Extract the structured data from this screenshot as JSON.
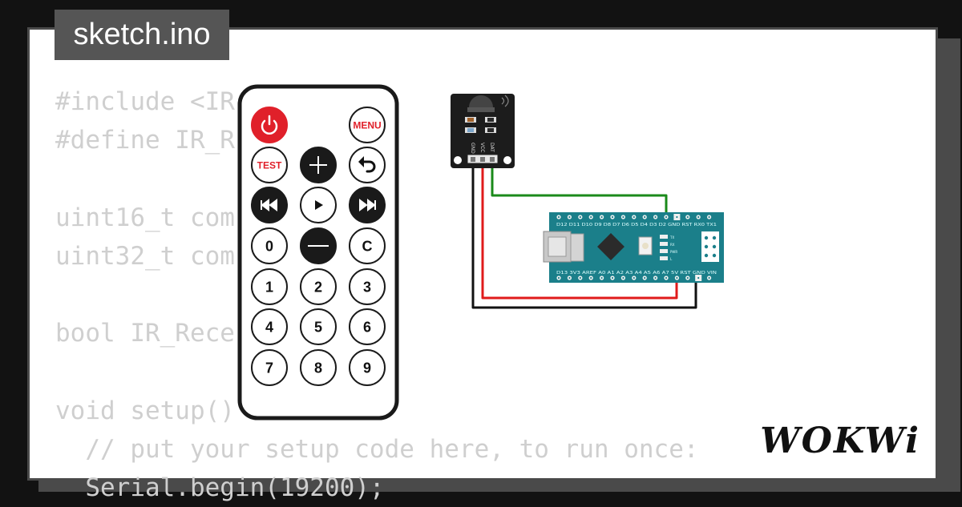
{
  "tab": {
    "filename": "sketch.ino"
  },
  "code_lines": [
    "#include <IR",
    "#define IR_R",
    "",
    "uint16_t com",
    "uint32_t com",
    "",
    "bool IR_Rece        se;",
    "",
    "void setup()",
    "  // put your setup code here, to run once:",
    "  Serial.begin(19200);"
  ],
  "remote": {
    "buttons": [
      {
        "id": "power",
        "label": "",
        "icon": "power-icon",
        "style": "red"
      },
      {
        "id": "menu",
        "label": "MENU",
        "style": "white-red"
      },
      {
        "id": "test",
        "label": "TEST",
        "style": "white-red"
      },
      {
        "id": "plus",
        "label": "",
        "icon": "plus-icon",
        "style": "black"
      },
      {
        "id": "back",
        "label": "",
        "icon": "back-arrow-icon",
        "style": "white"
      },
      {
        "id": "prev",
        "label": "",
        "icon": "skip-back-icon",
        "style": "black"
      },
      {
        "id": "play",
        "label": "",
        "icon": "play-icon",
        "style": "white"
      },
      {
        "id": "next",
        "label": "",
        "icon": "skip-forward-icon",
        "style": "black"
      },
      {
        "id": "0",
        "label": "0",
        "style": "white"
      },
      {
        "id": "minus",
        "label": "",
        "icon": "minus-icon",
        "style": "black"
      },
      {
        "id": "c",
        "label": "C",
        "style": "white"
      },
      {
        "id": "1",
        "label": "1",
        "style": "white"
      },
      {
        "id": "2",
        "label": "2",
        "style": "white"
      },
      {
        "id": "3",
        "label": "3",
        "style": "white"
      },
      {
        "id": "4",
        "label": "4",
        "style": "white"
      },
      {
        "id": "5",
        "label": "5",
        "style": "white"
      },
      {
        "id": "6",
        "label": "6",
        "style": "white"
      },
      {
        "id": "7",
        "label": "7",
        "style": "white"
      },
      {
        "id": "8",
        "label": "8",
        "style": "white"
      },
      {
        "id": "9",
        "label": "9",
        "style": "white"
      }
    ]
  },
  "ir_receiver": {
    "pins": [
      "GND",
      "VCC",
      "DAT"
    ]
  },
  "arduino": {
    "top_labels": "D12 D11 D10 D9 D8 D7 D6 D5 D4 D3 D2 GND RST RX0 TX1",
    "bottom_labels": "D13 3V3 AREF A0 A1 A2 A3 A4 A5 A6 A7 5V RST GND VIN",
    "leds": [
      "TX",
      "RX",
      "PWR",
      "L"
    ]
  },
  "wires": {
    "colors": {
      "signal": "#1a8a1a",
      "power": "#e01b1b",
      "ground": "#111111"
    }
  },
  "brand": {
    "logo": "WOKWi"
  },
  "colors": {
    "board": "#1b7f8a",
    "remote_red": "#e0202a",
    "code_text": "#cfcfcf"
  }
}
